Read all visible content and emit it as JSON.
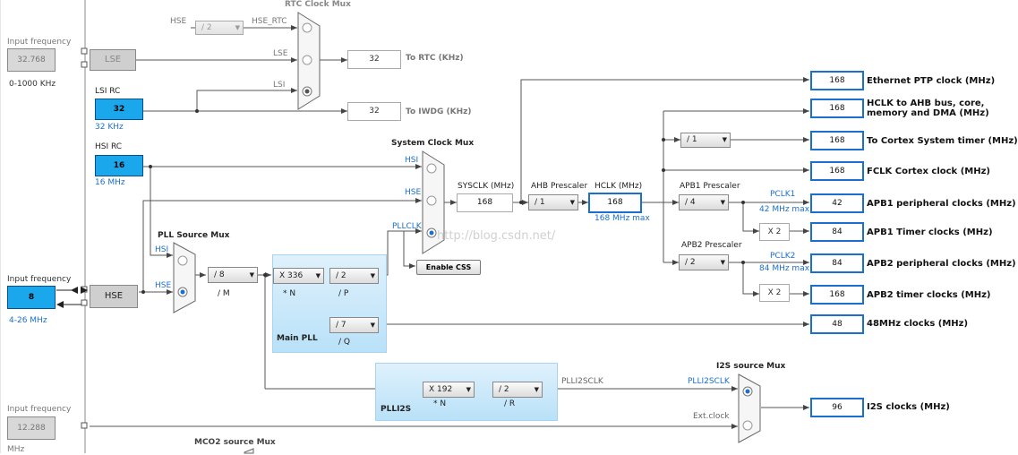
{
  "left_panel": {
    "input_frequency_label": "Input frequency",
    "lse_input": "32.768",
    "lse_range": "0-1000 KHz",
    "lsi_label": "LSI RC",
    "lsi_value": "32",
    "lsi_khz": "32 KHz",
    "hsi_label": "HSI RC",
    "hsi_value": "16",
    "hsi_mhz": "16 MHz",
    "hse_input_label": "Input frequency",
    "hse_input": "8",
    "hse_range": "4-26 MHz",
    "i2s_input_label": "Input frequency",
    "i2s_input": "12.288",
    "i2s_unit": "MHz"
  },
  "blocks": {
    "lse": "LSE",
    "hse": "HSE"
  },
  "rtc": {
    "mux_title": "RTC Clock Mux",
    "hse_label": "HSE",
    "div": "/ 2",
    "hse_rtc": "HSE_RTC",
    "lse_in": "LSE",
    "lsi_in": "LSI",
    "rtc_value": "32",
    "rtc_label": "To RTC (KHz)",
    "iwdg_value": "32",
    "iwdg_label": "To IWDG (KHz)"
  },
  "sysmux": {
    "title": "System Clock Mux",
    "hsi": "HSI",
    "hse": "HSE",
    "pllclk": "PLLCLK",
    "css_button": "Enable CSS",
    "sysclk_label": "SYSCLK (MHz)",
    "sysclk": "168",
    "ahb_label": "AHB Prescaler",
    "ahb": "/ 1",
    "hclk_label": "HCLK (MHz)",
    "hclk": "168",
    "hclk_max": "168 MHz max"
  },
  "pll": {
    "source_title": "PLL Source Mux",
    "hsi": "HSI",
    "hse": "HSE",
    "m_div": "/ 8",
    "m_label": "/ M",
    "n_mul": "X 336",
    "n_label": "* N",
    "p_div": "/ 2",
    "p_label": "/ P",
    "q_div": "/ 7",
    "q_label": "/ Q",
    "main_label": "Main PLL"
  },
  "plli2s": {
    "n_mul": "X 192",
    "n_label": "* N",
    "r_div": "/ 2",
    "r_label": "/ R",
    "label": "PLLI2S",
    "out_label": "PLLI2SCLK",
    "mux_title": "I2S source Mux",
    "mux_in1": "PLLI2SCLK",
    "mux_in2": "Ext.clock"
  },
  "apb": {
    "cortex_div": "/ 1",
    "apb1_label": "APB1 Prescaler",
    "apb1": "/ 4",
    "pclk1": "PCLK1",
    "pclk1_max": "42 MHz max",
    "x2a": "X 2",
    "apb2_label": "APB2 Prescaler",
    "apb2": "/ 2",
    "pclk2": "PCLK2",
    "pclk2_max": "84 MHz max",
    "x2b": "X 2"
  },
  "outputs": [
    {
      "value": "168",
      "label": "Ethernet PTP clock (MHz)"
    },
    {
      "value": "168",
      "label": "HCLK to AHB bus, core,",
      "label2": "memory and DMA (MHz)"
    },
    {
      "value": "168",
      "label": "To Cortex System timer (MHz)"
    },
    {
      "value": "168",
      "label": "FCLK Cortex clock (MHz)"
    },
    {
      "value": "42",
      "label": "APB1 peripheral clocks (MHz)"
    },
    {
      "value": "84",
      "label": "APB1 Timer clocks (MHz)"
    },
    {
      "value": "84",
      "label": "APB2 peripheral clocks (MHz)"
    },
    {
      "value": "168",
      "label": "APB2 timer clocks (MHz)"
    },
    {
      "value": "48",
      "label": "48MHz clocks (MHz)"
    },
    {
      "value": "96",
      "label": "I2S clocks (MHz)"
    }
  ],
  "mco2_title": "MCO2 source Mux",
  "watermark": "http://blog.csdn.net/"
}
